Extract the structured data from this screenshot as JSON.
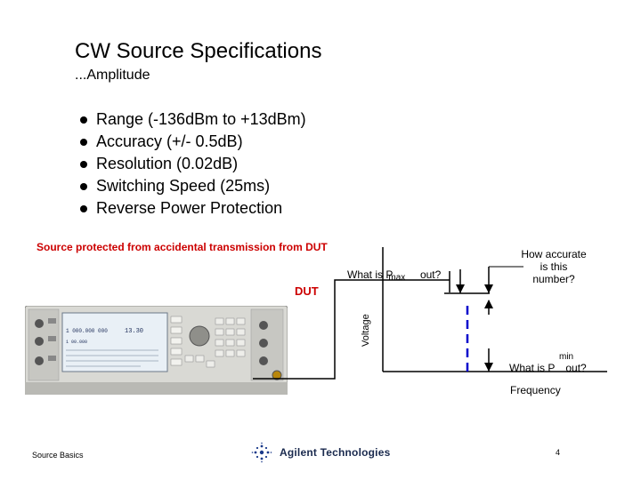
{
  "title": "CW Source Specifications",
  "subtitle": "...Amplitude",
  "bullets": [
    "Range (-136dBm to +13dBm)",
    "Accuracy (+/- 0.5dB)",
    "Resolution (0.02dB)",
    "Switching Speed (25ms)",
    "Reverse Power Protection"
  ],
  "protection_note": "Source protected from accidental transmission from DUT",
  "diagram": {
    "dut_label": "DUT",
    "pmax_question": {
      "prefix": "What is P",
      "subscript": "max",
      "suffix": "out?"
    },
    "pmin_question": {
      "prefix": "What is P",
      "superscript": "min",
      "suffix": "out?"
    },
    "accuracy_question": "How accurate is this number?",
    "y_axis_label": "Voltage",
    "x_axis_label": "Frequency"
  },
  "instrument": {
    "display_freq": "1 000.000 000",
    "display_amp": "13.30",
    "display_freq2": "1 00.000"
  },
  "footer": {
    "left_text": "Source Basics",
    "brand_name": "Agilent Technologies",
    "page_number": "4"
  },
  "colors": {
    "accent_red": "#cc0000",
    "marker_blue": "#0000cc",
    "brand_navy": "#1a2a4e"
  }
}
